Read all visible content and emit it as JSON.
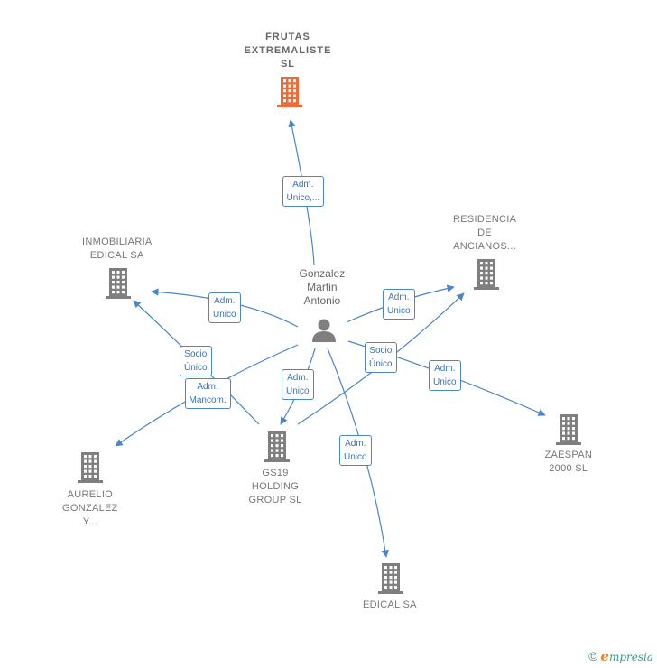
{
  "colors": {
    "edge": "#4a86c8",
    "building": "#7f7f7f",
    "building_highlight": "#f26a35",
    "person": "#7f7f7f"
  },
  "center": {
    "name_lines": [
      "Gonzalez",
      "Martin",
      "Antonio"
    ],
    "icon": "person-icon"
  },
  "companies": [
    {
      "id": "frutas",
      "lines": [
        "FRUTAS",
        "EXTREMALISTE",
        "SL"
      ],
      "highlight": true,
      "icon": "building-icon"
    },
    {
      "id": "inmobiliaria",
      "lines": [
        "INMOBILIARIA",
        "EDICAL SA"
      ],
      "highlight": false,
      "icon": "building-icon"
    },
    {
      "id": "residencia",
      "lines": [
        "RESIDENCIA",
        "DE",
        "ANCIANOS..."
      ],
      "highlight": false,
      "icon": "building-icon"
    },
    {
      "id": "zaespan",
      "lines": [
        "ZAESPAN",
        "2000 SL"
      ],
      "highlight": false,
      "icon": "building-icon"
    },
    {
      "id": "gs19",
      "lines": [
        "GS19",
        "HOLDING",
        "GROUP  SL"
      ],
      "highlight": false,
      "icon": "building-icon"
    },
    {
      "id": "aurelio",
      "lines": [
        "AURELIO",
        "GONZALEZ",
        "Y..."
      ],
      "highlight": false,
      "icon": "building-icon"
    },
    {
      "id": "edical",
      "lines": [
        "EDICAL SA"
      ],
      "highlight": false,
      "icon": "building-icon"
    }
  ],
  "relations": [
    {
      "from": "center",
      "to": "frutas",
      "lines": [
        "Adm.",
        "Unico,..."
      ]
    },
    {
      "from": "center",
      "to": "inmobiliaria",
      "lines": [
        "Adm.",
        "Unico"
      ]
    },
    {
      "from": "center",
      "to": "residencia",
      "lines": [
        "Adm.",
        "Unico"
      ]
    },
    {
      "from": "center",
      "to": "zaespan",
      "lines": [
        "Adm.",
        "Unico"
      ]
    },
    {
      "from": "center",
      "to": "gs19",
      "lines": [
        "Adm.",
        "Unico"
      ]
    },
    {
      "from": "center",
      "to": "edical",
      "lines": [
        "Adm.",
        "Unico"
      ]
    },
    {
      "from": "gs19",
      "to": "inmobiliaria",
      "lines": [
        "Socio",
        "Único"
      ]
    },
    {
      "from": "gs19",
      "to": "residencia",
      "lines": [
        "Socio",
        "Único"
      ]
    },
    {
      "from": "center",
      "to": "aurelio",
      "lines": [
        "Adm.",
        "Mancom."
      ]
    }
  ],
  "footer": {
    "copyright_symbol": "©",
    "brand_initial": "e",
    "brand_rest": "mpresia"
  }
}
